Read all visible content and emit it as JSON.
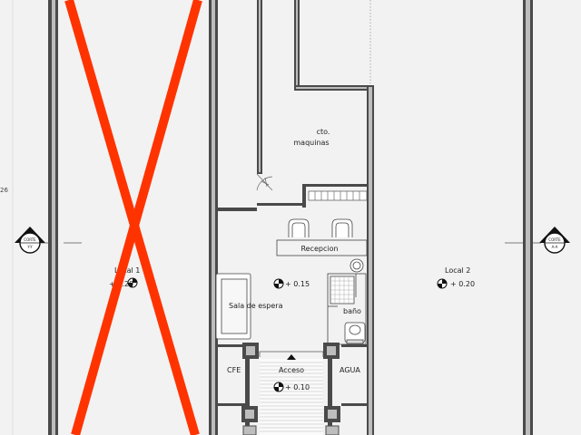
{
  "rooms": {
    "local1": "Local 1",
    "local1_level": "+ 0.20",
    "local2": "Local 2",
    "local2_level": "+ 0.20",
    "cto_line1": "cto.",
    "cto_line2": "maquinas",
    "recepcion": "Recepcion",
    "recepcion_level": "+ 0.15",
    "sala": "Sala de espera",
    "bano": "baño",
    "cfe": "CFE",
    "agua": "AGUA",
    "acceso": "Acceso",
    "acceso_level": "+ 0.10"
  },
  "section_markers": {
    "left_top": "CORTE",
    "left_bottom": "Y-Y",
    "right_top": "CORTE",
    "right_bottom": "A-A"
  },
  "edge_number": "26",
  "colors": {
    "background": "#f2f2f2",
    "wall": "#4a4a4a",
    "cross": "#ff3300"
  }
}
